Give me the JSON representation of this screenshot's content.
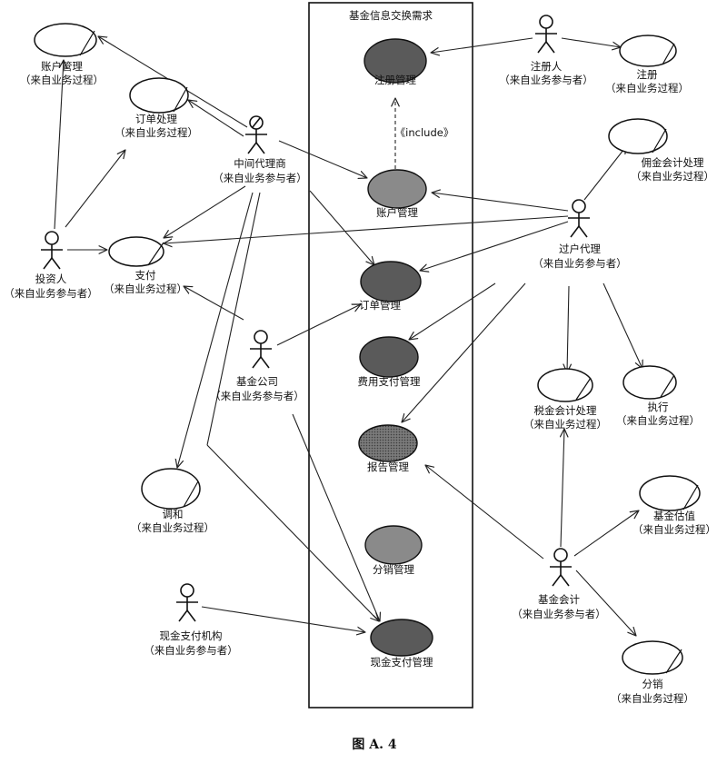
{
  "title": "基金信息交换需求",
  "figure_caption": "图 A. 4",
  "include_label": "《include》",
  "actors": {
    "intermediary": {
      "name": "中间代理商",
      "stereo": "（来自业务参与者）"
    },
    "investor": {
      "name": "投资人",
      "stereo": "（来自业务参与者）"
    },
    "registrar": {
      "name": "注册人",
      "stereo": "（来自业务参与者）"
    },
    "transfer_agent": {
      "name": "过户代理",
      "stereo": "（来自业务参与者）"
    },
    "fund_company": {
      "name": "基金公司",
      "stereo": "（来自业务参与者）"
    },
    "cash_payer": {
      "name": "现金支付机构",
      "stereo": "（来自业务参与者）"
    },
    "fund_accounting": {
      "name": "基金会计",
      "stereo": "（来自业务参与者）"
    }
  },
  "external_processes": {
    "account_mgmt": {
      "name": "账户管理",
      "stereo": "（来自业务过程）"
    },
    "order_proc": {
      "name": "订单处理",
      "stereo": "（来自业务过程）"
    },
    "payment": {
      "name": "支付",
      "stereo": "（来自业务过程）"
    },
    "register": {
      "name": "注册",
      "stereo": "（来自业务过程）"
    },
    "commission": {
      "name": "佣金会计处理",
      "stereo": "（来自业务过程）"
    },
    "reconcile": {
      "name": "调和",
      "stereo": "（来自业务过程）"
    },
    "tax": {
      "name": "税金会计处理",
      "stereo": "（来自业务过程）"
    },
    "execute": {
      "name": "执行",
      "stereo": "（来自业务过程）"
    },
    "valuation": {
      "name": "基金估值",
      "stereo": "（来自业务过程）"
    },
    "distribution": {
      "name": "分销",
      "stereo": "（来自业务过程）"
    }
  },
  "system_use_cases": {
    "registration": "注册管理",
    "account": "账户管理",
    "order": "订单管理",
    "fee_payment": "费用支付管理",
    "report": "报告管理",
    "distribution": "分销管理",
    "cash_payment": "现金支付管理"
  },
  "colors": {
    "system_use_case_fill": "#5a5a5a",
    "system_use_case_fill_light": "#8a8a8a",
    "line": "#222222",
    "background": "#ffffff"
  }
}
